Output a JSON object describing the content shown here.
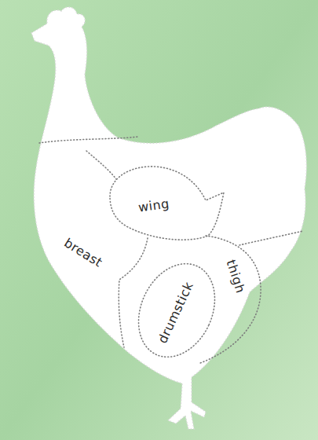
{
  "diagram": {
    "labels": [
      "wing",
      "breast",
      "thigh",
      "drumstick"
    ]
  }
}
